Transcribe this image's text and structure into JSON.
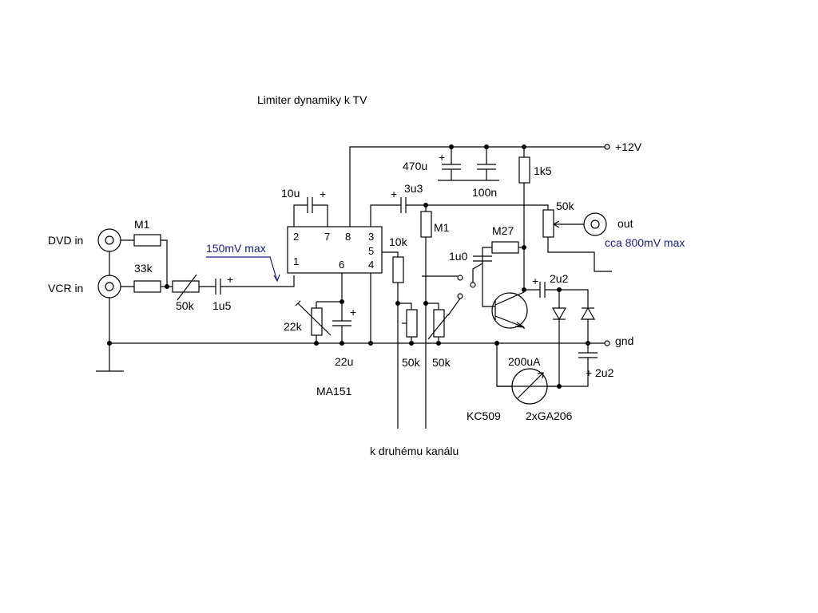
{
  "title": "Limiter dynamiky k TV",
  "labels": {
    "dvd_in": "DVD in",
    "vcr_in": "VCR in",
    "r_m1_in": "M1",
    "r_33k": "33k",
    "pot_50k_in": "50k",
    "cap_1u5": "1u5",
    "level_in": "150mV max",
    "cap_10u": "10u",
    "ic_name": "MA151",
    "pot_22k": "22k",
    "cap_22u": "22u",
    "cap_470u": "470u",
    "cap_100n": "100n",
    "supply": "+12V",
    "r_1k5": "1k5",
    "cap_3u3": "3u3",
    "r_m1": "M1",
    "pot_out_50k": "50k",
    "out": "out",
    "level_out": "cca 800mV max",
    "r_10k": "10k",
    "cap_1u0": "1u0",
    "r_m27": "M27",
    "cap_2u2_a": "2u2",
    "cap_2u2_b": "2u2",
    "gnd": "gnd",
    "pot_50k_a": "50k",
    "pot_50k_b": "50k",
    "meter": "200uA",
    "transistor": "KC509",
    "diodes": "2xGA206",
    "to_other_channel": "k druhému kanálu"
  },
  "ic_pins": {
    "p1": "1",
    "p2": "2",
    "p3": "3",
    "p4": "4",
    "p5": "5",
    "p6": "6",
    "p7": "7",
    "p8": "8"
  },
  "plus_sign": "+"
}
